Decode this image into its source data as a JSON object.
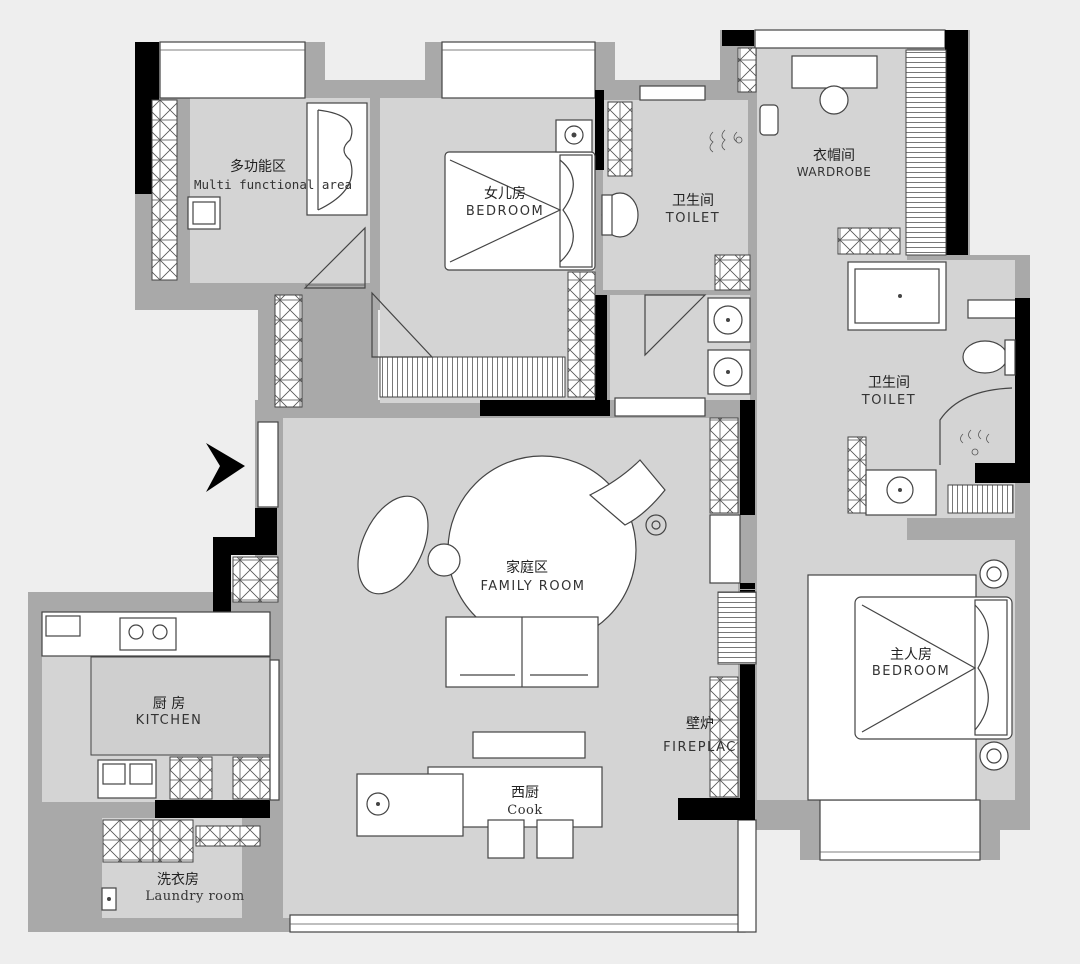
{
  "rooms": {
    "multi": {
      "zh": "多功能区",
      "en": "Multi functional area"
    },
    "daughter": {
      "zh": "女儿房",
      "en": "BEDROOM"
    },
    "toilet1": {
      "zh": "卫生间",
      "en": "TOILET"
    },
    "wardrobe": {
      "zh": "衣帽间",
      "en": "WARDROBE"
    },
    "toilet2": {
      "zh": "卫生间",
      "en": "TOILET"
    },
    "family": {
      "zh": "家庭区",
      "en": "FAMILY ROOM"
    },
    "master": {
      "zh": "主人房",
      "en": "BEDROOM"
    },
    "kitchen": {
      "zh": "厨 房",
      "en": "KITCHEN"
    },
    "fireplace": {
      "zh": "壁炉",
      "en": "FIREPLAC"
    },
    "cook": {
      "zh": "西厨",
      "en": "Cook"
    },
    "laundry": {
      "zh": "洗衣房",
      "en": "Laundry room"
    }
  },
  "icons": {
    "entrance": "entrance-arrow-icon"
  },
  "colors": {
    "background": "#eeeeee",
    "floor": "#d4d4d4",
    "wall": "#000000",
    "furniture": "#ffffff"
  }
}
